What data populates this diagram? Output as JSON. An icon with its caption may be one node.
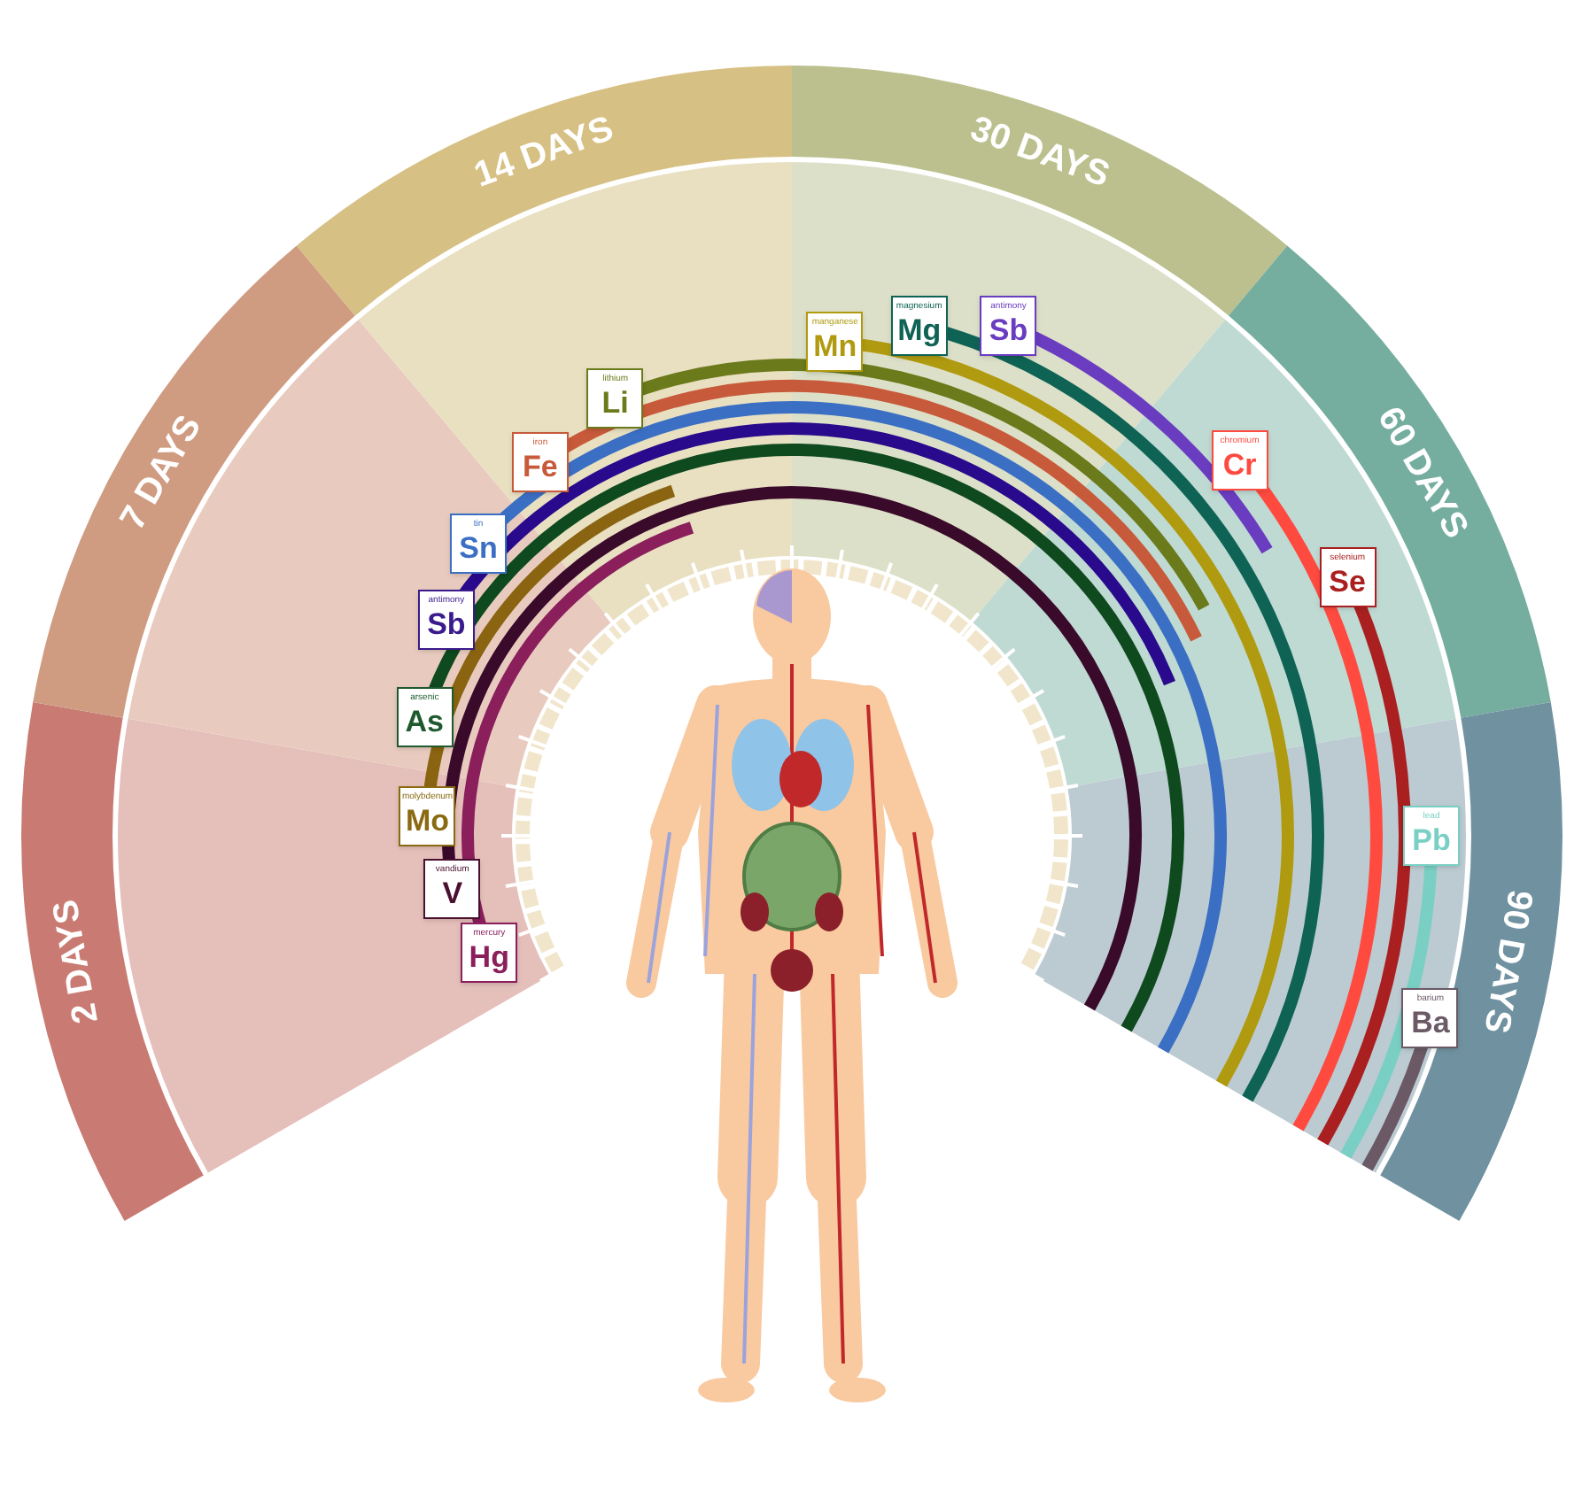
{
  "diagram": {
    "nodes": [
      {
        "text": [
          "2 DAYS"
        ]
      },
      {
        "text": [
          "7 DAYS"
        ]
      },
      {
        "text": [
          "14 DAYS"
        ]
      },
      {
        "text": [
          "30 DAYS"
        ]
      },
      {
        "text": [
          "60 DAYS"
        ]
      },
      {
        "text": [
          "90 DAYS"
        ]
      },
      {
        "text": [
          "lithium",
          "Li"
        ]
      },
      {
        "text": [
          "iron",
          "Fe"
        ]
      },
      {
        "text": [
          "tin",
          "Sn"
        ]
      },
      {
        "text": [
          "antimony",
          "Sb"
        ]
      },
      {
        "text": [
          "arsenic",
          "As"
        ]
      },
      {
        "text": [
          "molybdenum",
          "Mo"
        ]
      },
      {
        "text": [
          "vandium",
          "V"
        ]
      },
      {
        "text": [
          "mercury",
          "Hg"
        ]
      },
      {
        "text": [
          "manganese",
          "Mn"
        ]
      },
      {
        "text": [
          "magnesium",
          "Mg"
        ]
      },
      {
        "text": [
          "antimony",
          "Sb"
        ]
      },
      {
        "text": [
          "chromium",
          "Cr"
        ]
      },
      {
        "text": [
          "selenium",
          "Se"
        ]
      },
      {
        "text": [
          "lead",
          "Pb"
        ]
      },
      {
        "text": [
          "barium",
          "Ba"
        ]
      }
    ]
  }
}
